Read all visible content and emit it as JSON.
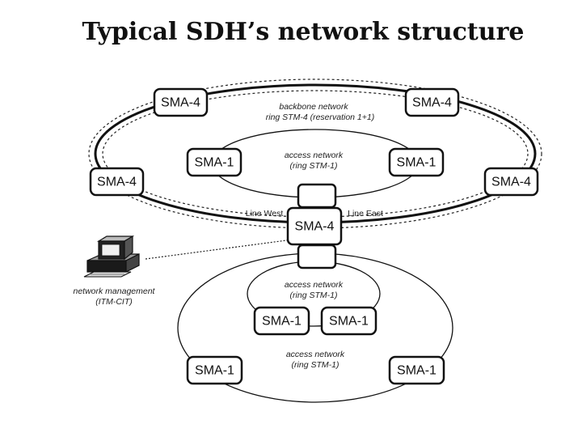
{
  "title": "Typical SDH’s network structure",
  "labels": {
    "backbone_line1": "backbone network",
    "backbone_line2": "ring STM-4 (reservation 1+1)",
    "access_top_line1": "access network",
    "access_top_line2": "(ring STM-1)",
    "line_west": "Line West",
    "line_east": "Line East",
    "access_mid_line1": "access network",
    "access_mid_line2": "(ring STM-1)",
    "access_bot_line1": "access network",
    "access_bot_line2": "(ring STM-1)",
    "mgmt_line1": "network management",
    "mgmt_line2": "(ITM-CIT)"
  },
  "nodes": {
    "sma4_top_left": "SMA-4",
    "sma4_top_right": "SMA-4",
    "sma4_left": "SMA-4",
    "sma4_right": "SMA-4",
    "sma4_center": "SMA-4",
    "sma1_upper_left": "SMA-1",
    "sma1_upper_right": "SMA-1",
    "sma1_mid_left": "SMA-1",
    "sma1_mid_right": "SMA-1",
    "sma1_bottom_left": "SMA-1",
    "sma1_bottom_right": "SMA-1"
  },
  "icons": {
    "management_terminal": "computer-icon"
  }
}
